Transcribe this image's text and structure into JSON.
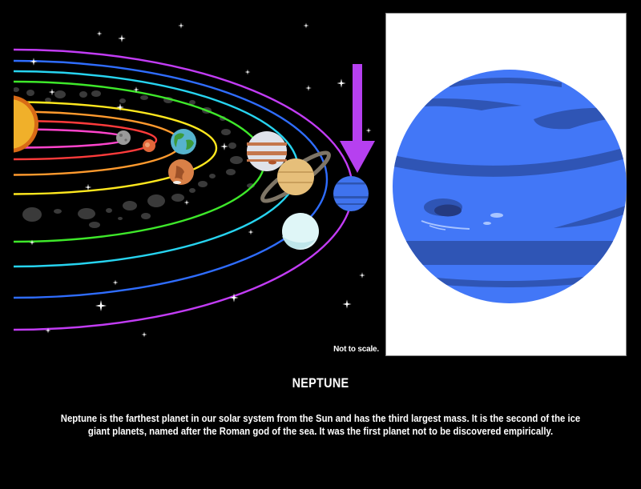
{
  "diagram": {
    "orbits": [
      {
        "planet": "mercury",
        "color": "#ff44cc"
      },
      {
        "planet": "venus",
        "color": "#ff3b3b"
      },
      {
        "planet": "earth",
        "color": "#ff9a2e"
      },
      {
        "planet": "mars",
        "color": "#ffe81e"
      },
      {
        "planet": "jupiter",
        "color": "#3ee82a"
      },
      {
        "planet": "saturn",
        "color": "#27d4f0"
      },
      {
        "planet": "uranus",
        "color": "#2f6dff"
      },
      {
        "planet": "neptune",
        "color": "#c23cf5"
      }
    ],
    "highlight_arrow_color": "#b640f0",
    "note": "Not to scale."
  },
  "feature": {
    "planet_color": "#4277f7",
    "band_color": "#2f55b5",
    "spot_color": "#243a80"
  },
  "caption": {
    "title": "NEPTUNE",
    "body": "Neptune is the farthest planet in our solar system from the Sun and has the third largest mass. It is the second of the ice giant planets, named after the Roman god of the sea. It was the first planet not to be discovered empirically."
  }
}
